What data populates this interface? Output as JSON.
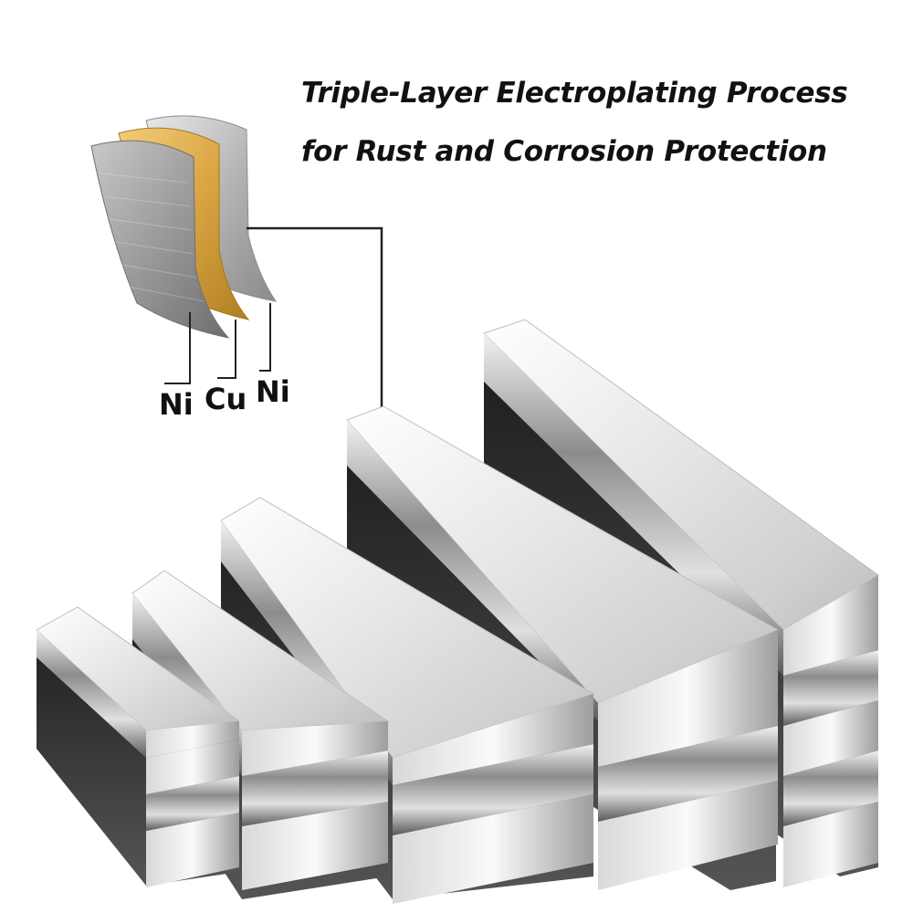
{
  "headline": {
    "line1": "Triple-Layer Electroplating Process",
    "line2": "for Rust and Corrosion Protection"
  },
  "layers": [
    {
      "label": "Ni",
      "color": "#9a9a9a"
    },
    {
      "label": "Cu",
      "color": "#d9a441"
    },
    {
      "label": "Ni",
      "color": "#b5b5b5"
    }
  ],
  "colors": {
    "background": "#ffffff",
    "text": "#111111",
    "metal_light": "#f4f4f4",
    "metal_mid": "#c9c9c9",
    "metal_dark": "#2e2e2e",
    "copper": "#d9a441"
  },
  "product": {
    "type": "rectangular neodymium bar magnets",
    "stacks": 5,
    "finish": "nickel-plated"
  }
}
